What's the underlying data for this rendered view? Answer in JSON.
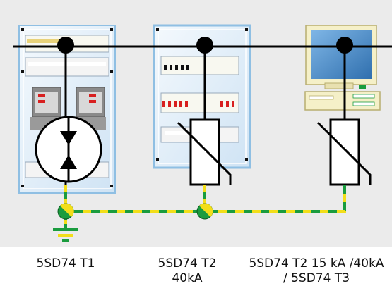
{
  "labels": {
    "t1": "5SD74 T1",
    "t2_line1": "5SD74 T2",
    "t2_line2": "40kA",
    "t3_line1": "5SD74 T2 15 kA /40kA",
    "t3_line2": "/ 5SD74 T3"
  },
  "colors": {
    "background_band": "#e6e6e6",
    "cabinet_fill": "#dcecf8",
    "cabinet_border": "#7fb3dc",
    "wire": "#000000",
    "earth_green": "#1a9c3e",
    "earth_yellow": "#f2de1a",
    "monitor_screen": "#4a8cc8",
    "computer_body": "#f5f0c8"
  }
}
